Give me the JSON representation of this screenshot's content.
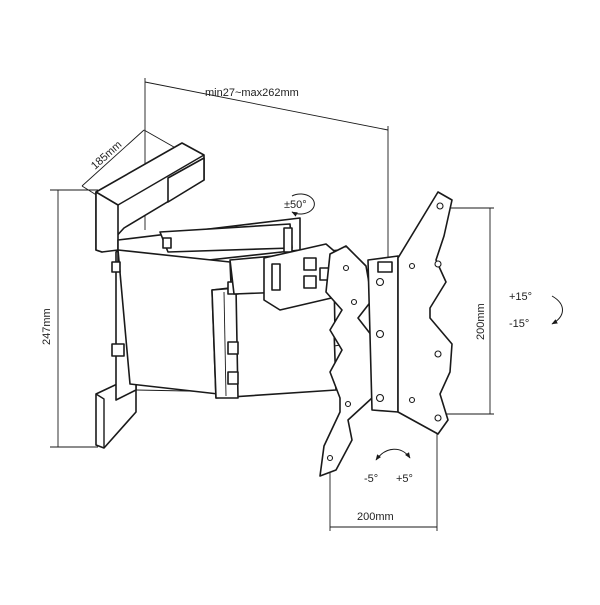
{
  "dimensions": {
    "arm_extension": "min27~max262mm",
    "wall_plate_width": "185mm",
    "wall_plate_height": "247mm",
    "vesa_vertical": "200mm",
    "vesa_horizontal": "200mm"
  },
  "adjustments": {
    "swivel": "±50°",
    "tilt_up": "+15°",
    "tilt_down": "-15°",
    "rotate_left": "-5°",
    "rotate_right": "+5°"
  },
  "colors": {
    "line": "#1a1a1a",
    "fill": "#ffffff",
    "dark": "#2b2b2b"
  }
}
